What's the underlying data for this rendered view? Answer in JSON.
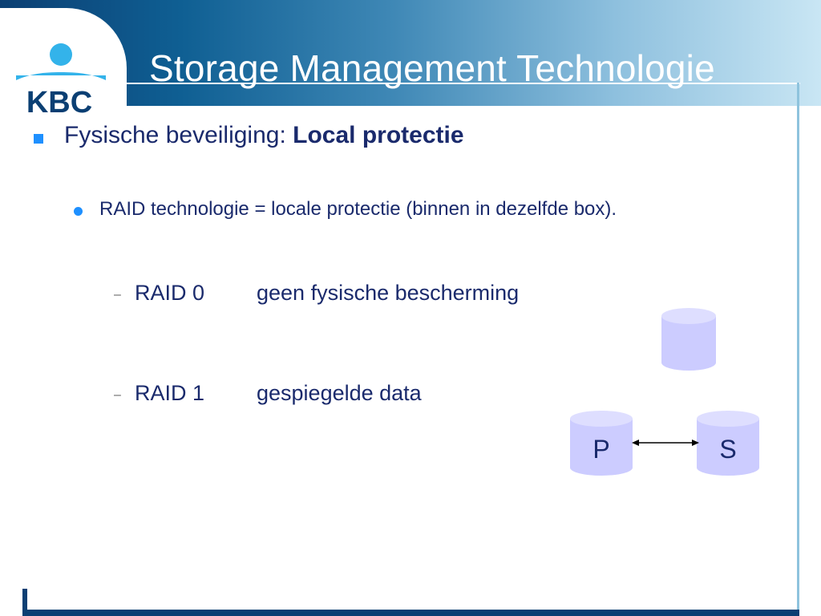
{
  "header": {
    "title": "Storage Management Technologie",
    "logo": {
      "text": "KBC",
      "icon": "kbc-logo"
    }
  },
  "content": {
    "bullet1": {
      "prefix": "Fysische beveiliging: ",
      "bold": "Local protectie"
    },
    "bullet2": {
      "text": "RAID technologie = locale protectie (binnen in dezelfde box)."
    },
    "items": [
      {
        "dash": "–",
        "label": "RAID 0",
        "desc": "geen fysische bescherming"
      },
      {
        "dash": "–",
        "label": "RAID 1",
        "desc": "gespiegelde data"
      }
    ]
  },
  "diagram": {
    "primary": "P",
    "secondary": "S",
    "colors": {
      "disk_fill": "#ccccff",
      "disk_top": "#dedeff",
      "text": "#1a2a6c"
    }
  },
  "colors": {
    "brand_dark": "#0b3f73",
    "accent": "#1e90ff",
    "body_text": "#1a2a6c"
  }
}
